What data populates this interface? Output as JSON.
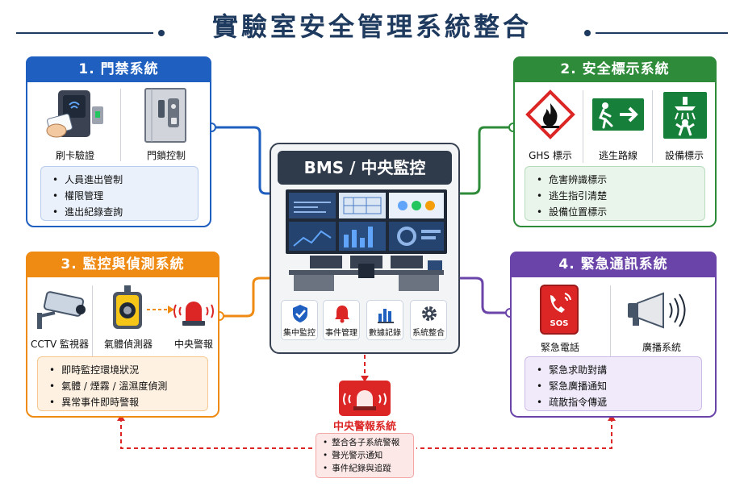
{
  "title": "實驗室安全管理系統整合",
  "colors": {
    "blue": "#1f5fbf",
    "green": "#2e8b3a",
    "orange": "#ef8a12",
    "purple": "#6a44a8",
    "red": "#dc2626",
    "dark": "#1e3a5f"
  },
  "panels": [
    {
      "id": "access",
      "title": "1. 門禁系統",
      "items": [
        "刷卡驗證",
        "門鎖控制"
      ],
      "bullets": [
        "人員進出管制",
        "權限管理",
        "進出紀錄查詢"
      ]
    },
    {
      "id": "signage",
      "title": "2. 安全標示系統",
      "items": [
        "GHS 標示",
        "逃生路線",
        "設備標示"
      ],
      "bullets": [
        "危害辨識標示",
        "逃生指引清楚",
        "設備位置標示"
      ]
    },
    {
      "id": "monitor",
      "title": "3. 監控與偵測系統",
      "items": [
        "CCTV 監視器",
        "氣體偵測器",
        "中央警報"
      ],
      "bullets": [
        "即時監控環境狀況",
        "氣體 / 煙霧 / 溫濕度偵測",
        "異常事件即時警報"
      ]
    },
    {
      "id": "emergency",
      "title": "4. 緊急通訊系統",
      "items": [
        "緊急電話",
        "廣播系統"
      ],
      "bullets": [
        "緊急求助對講",
        "緊急廣播通知",
        "疏散指令傳遞"
      ]
    }
  ],
  "bms": {
    "title": "BMS / 中央監控",
    "tiles": [
      "集中監控",
      "事件管理",
      "數據記錄",
      "系統整合"
    ]
  },
  "icon_text": {
    "sos": "SOS"
  },
  "alarm": {
    "title": "中央警報系統",
    "bullets": [
      "整合各子系統警報",
      "聲光警示通知",
      "事件紀錄與追蹤"
    ]
  }
}
